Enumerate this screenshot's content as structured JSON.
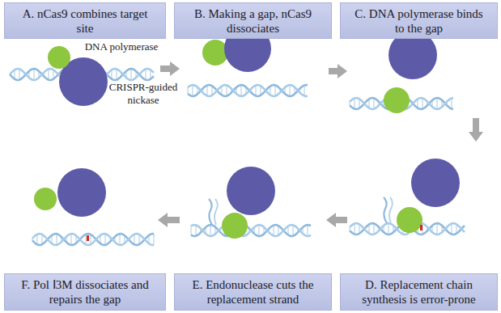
{
  "diagram": {
    "nodes": [
      {
        "text": [
          "A. nCas9 combines target site"
        ]
      },
      {
        "text": [
          "B. Making a gap, nCas9 dissociates"
        ]
      },
      {
        "text": [
          "C. DNA polymerase binds to the gap"
        ]
      },
      {
        "text": [
          "D. Replacement chain synthesis is error-prone"
        ]
      },
      {
        "text": [
          "E. Endonuclease cuts the replacement strand"
        ]
      },
      {
        "text": [
          "F. Pol Ⅰ3M dissociates and repairs the gap"
        ]
      }
    ],
    "edges": [
      {
        "from": 0,
        "to": 1,
        "arrow": "to"
      },
      {
        "from": 1,
        "to": 2,
        "arrow": "to"
      },
      {
        "from": 2,
        "to": 3,
        "arrow": "to"
      },
      {
        "from": 3,
        "to": 4,
        "arrow": "to"
      },
      {
        "from": 4,
        "to": 5,
        "arrow": "to"
      }
    ],
    "labels": [
      "DNA polymerase",
      "CRISPR-guided nickase"
    ]
  }
}
